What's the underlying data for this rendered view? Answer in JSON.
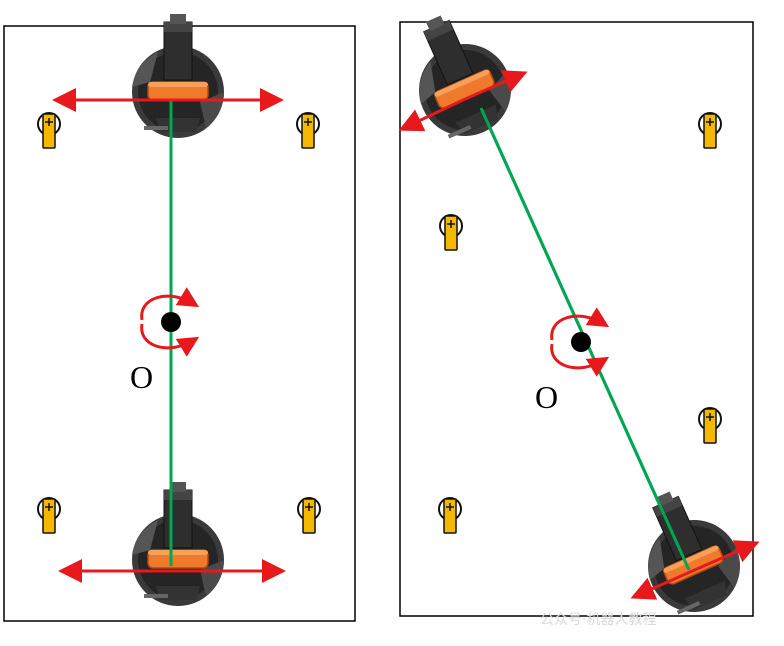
{
  "panels": [
    {
      "center_label": "O"
    },
    {
      "center_label": "O"
    }
  ],
  "watermark": "公众号·机器人教程",
  "colors": {
    "panel_border": "#000000",
    "link_line": "#00a651",
    "arrow": "#e8191c",
    "motor_collar": "#f07a2c",
    "motor_body": "#2b2b2b",
    "beacon_fill": "#f5b800",
    "pivot": "#000000"
  },
  "icons": {
    "robot": "steering-wheel-module-icon",
    "beacon": "positioning-beacon-icon",
    "rotation": "rotation-arrows-icon"
  }
}
